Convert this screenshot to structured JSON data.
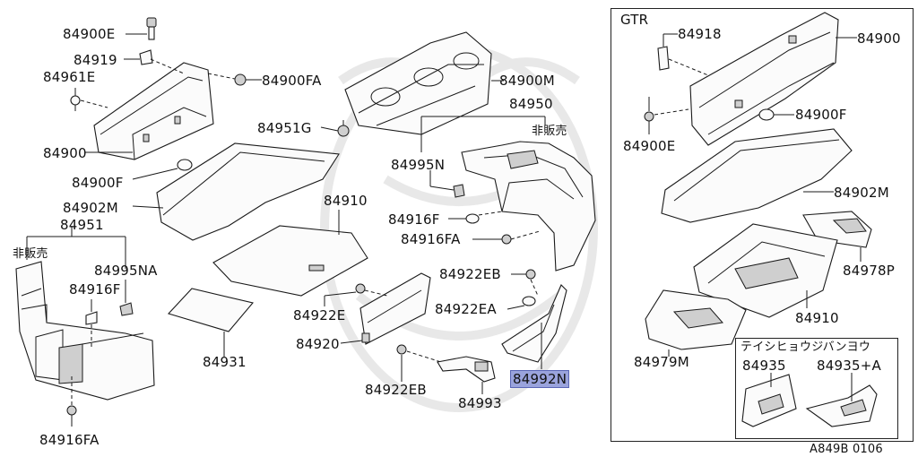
{
  "labels": {
    "l84900E": "84900E",
    "l84919": "84919",
    "l84961E": "84961E",
    "l84900FA": "84900FA",
    "l84900": "84900",
    "l84900F": "84900F",
    "l84902M": "84902M",
    "l84951": "84951",
    "hanbai1": "非販売",
    "l84995NA": "84995NA",
    "l84916F_a": "84916F",
    "l84916FA_a": "84916FA",
    "l84900M": "84900M",
    "l84951G": "84951G",
    "l84950": "84950",
    "hanbai2": "非販売",
    "l84995N": "84995N",
    "l84910": "84910",
    "l84916F_b": "84916F",
    "l84916FA_b": "84916FA",
    "l84922EB_a": "84922EB",
    "l84922E": "84922E",
    "l84922EA": "84922EA",
    "l84920": "84920",
    "l84922EB_b": "84922EB",
    "l84992N": "84992N",
    "l84993": "84993",
    "l84931": "84931",
    "gtr": "GTR",
    "g84918": "84918",
    "g84900": "84900",
    "g84900F": "84900F",
    "g84900E": "84900E",
    "g84902M": "84902M",
    "g84978P": "84978P",
    "g84910": "84910",
    "g84979M": "84979M",
    "teishi": "テイシヒョウジバンヨウ",
    "g84935": "84935",
    "g84935A": "84935+A",
    "code": "A849B 0106"
  },
  "colors": {
    "highlight": "#9aa3dc",
    "line": "#1a1a1a",
    "watermark": "#e6e6e6"
  }
}
